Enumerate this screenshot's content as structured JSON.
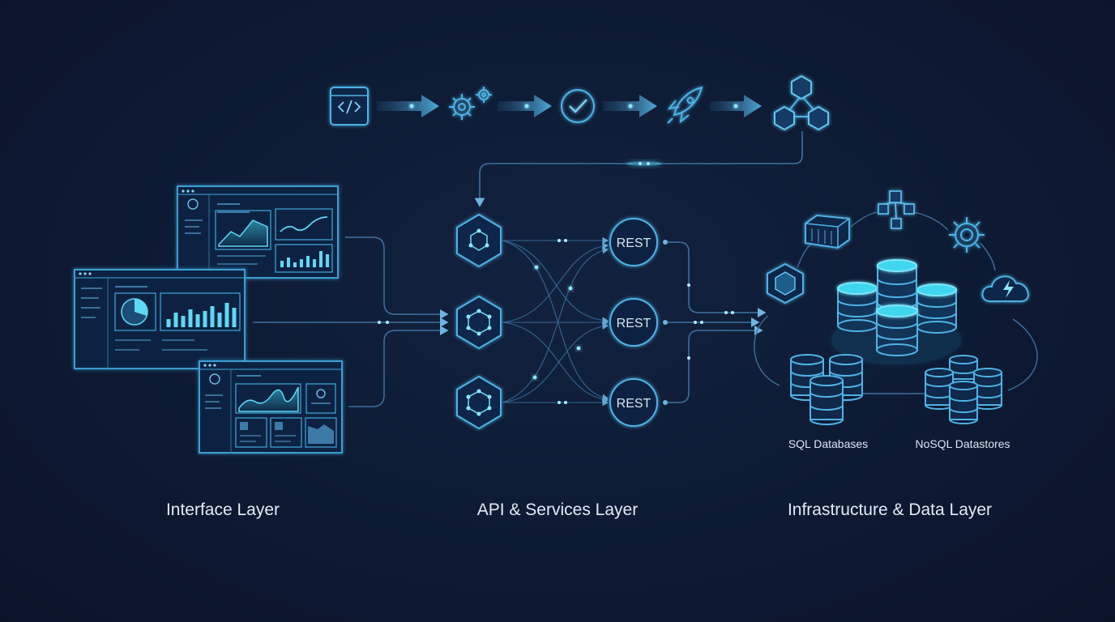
{
  "pipeline": {
    "stages": [
      "code-icon",
      "gears-icon",
      "check-icon",
      "rocket-icon",
      "hex-cluster-icon"
    ]
  },
  "interface_layer": {
    "label": "Interface Layer",
    "windows": [
      "dashboard-window-top",
      "dashboard-window-middle",
      "dashboard-window-bottom"
    ]
  },
  "api_layer": {
    "label": "API & Services Layer",
    "services": [
      "service-node-1",
      "service-node-2",
      "service-node-3"
    ],
    "endpoints": [
      "REST",
      "REST",
      "REST"
    ]
  },
  "infra_layer": {
    "label": "Infrastructure & Data Layer",
    "icons": [
      "container-icon",
      "network-cube-icon",
      "gear-icon",
      "cloud-lightning-icon",
      "cube-icon"
    ],
    "sql_label": "SQL Databases",
    "nosql_label": "NoSQL Datastores"
  },
  "colors": {
    "background": "#0d1a33",
    "accent": "#3fd6f0",
    "line": "#4e87b5",
    "stroke": "#5fb8e0"
  }
}
